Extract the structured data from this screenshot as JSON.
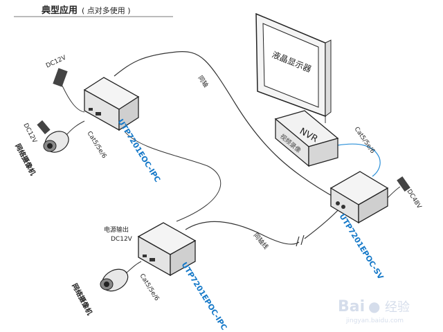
{
  "header": {
    "title": "典型应用",
    "subtitle": "( 点对多使用 )"
  },
  "monitor": {
    "label": "液晶显示器"
  },
  "nvr": {
    "label": "NVR",
    "front_text": "视频录像"
  },
  "devices": {
    "ipc_top": {
      "model": "UTP7201EOC-IPC",
      "power": "DC12V"
    },
    "ipc_bottom": {
      "model": "UTP7201EPOC-IPC",
      "power_output": "电源输出",
      "power": "DC12V"
    },
    "sv": {
      "model": "UTP7201EPOC-SV",
      "power": "DC48V"
    }
  },
  "cameras": {
    "top": {
      "label": "网络摄像机",
      "power": "DC12V"
    },
    "bottom": {
      "label": "网络摄像机"
    }
  },
  "cables": {
    "cat_top": "Cat5/5e/6",
    "cat_bottom": "Cat5/5e/6",
    "cat_nvr": "Cat5/5e/6",
    "coax_top": "同轴",
    "coax_bottom": "同轴线"
  },
  "watermark": {
    "brand": "Bai",
    "brand2": "经验",
    "url": "jingyan.baidu.com"
  },
  "colors": {
    "model_text": "#1478c8",
    "line": "#333333"
  }
}
